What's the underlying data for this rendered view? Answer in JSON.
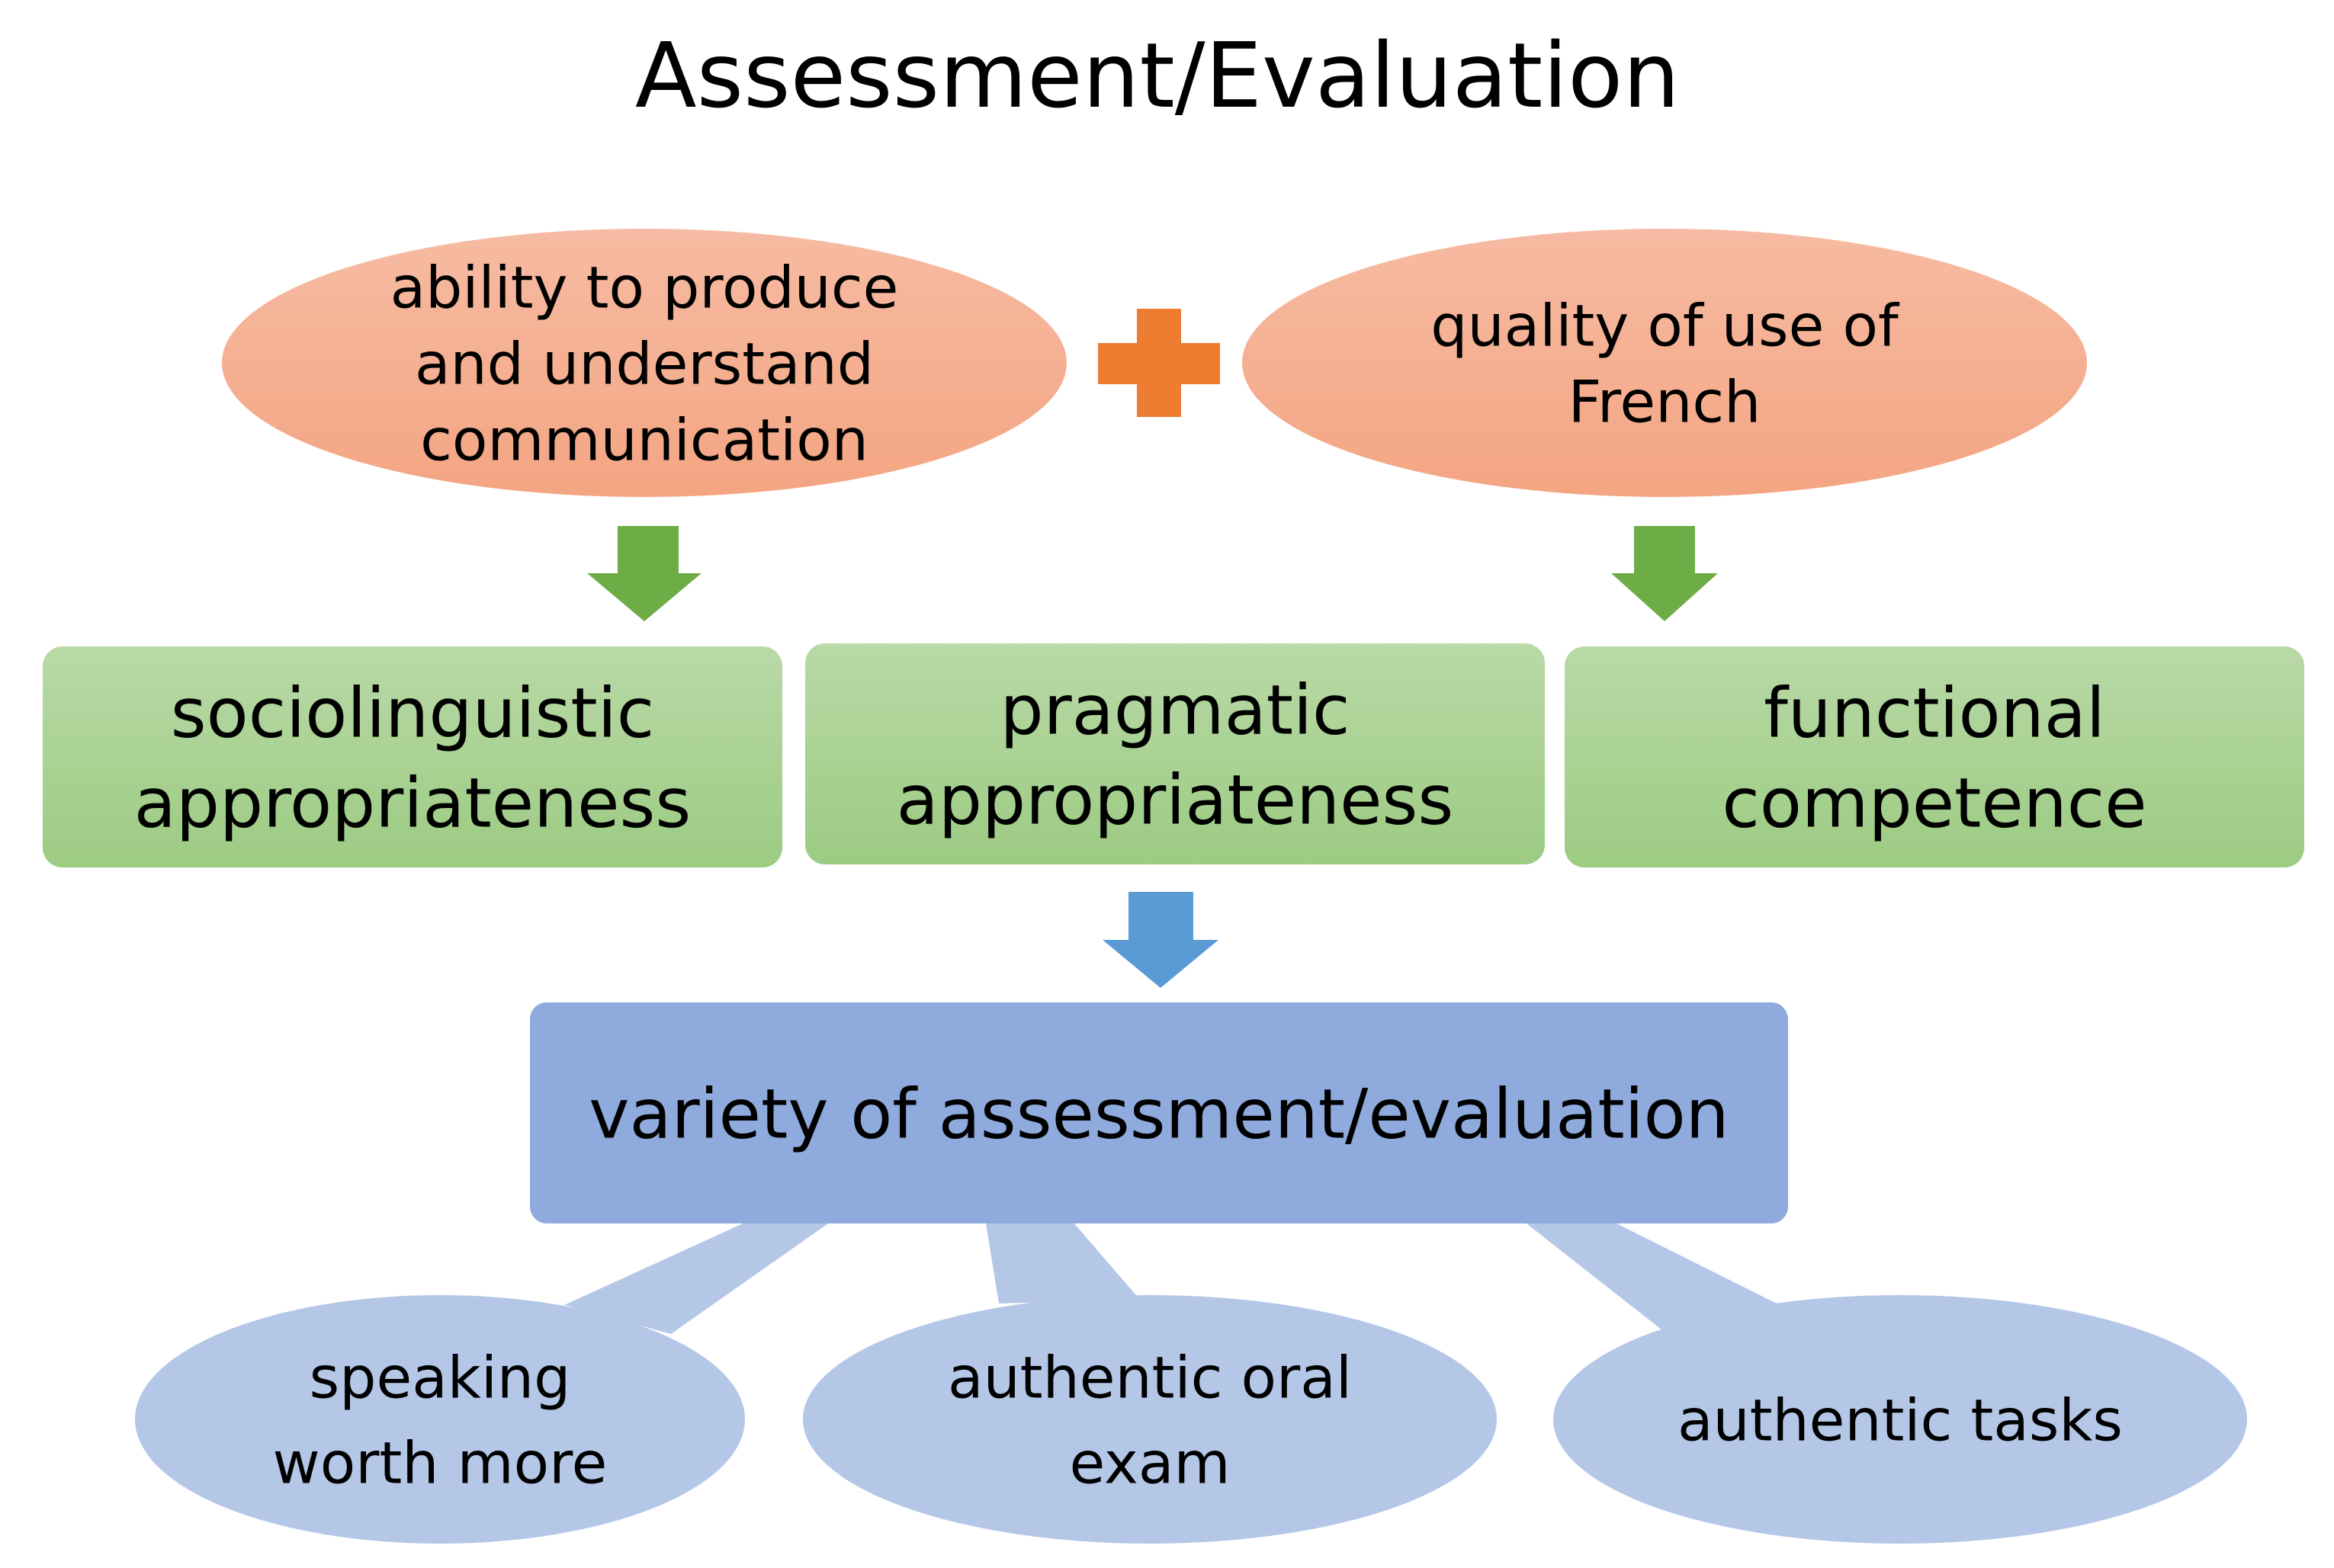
{
  "title": "Assessment/Evaluation",
  "inputs": [
    {
      "lines": [
        "ability to produce",
        "and understand",
        "communication"
      ]
    },
    {
      "lines": [
        "quality of use of",
        "French"
      ]
    }
  ],
  "competencies": [
    {
      "lines": [
        "sociolinguistic",
        "appropriateness"
      ]
    },
    {
      "lines": [
        "pragmatic",
        "appropriateness"
      ]
    },
    {
      "lines": [
        "functional",
        "competence"
      ]
    }
  ],
  "result": {
    "lines": [
      "variety of assessment/evaluation"
    ]
  },
  "methods": [
    {
      "lines": [
        "speaking",
        "worth more"
      ]
    },
    {
      "lines": [
        "authentic oral",
        "exam"
      ]
    },
    {
      "lines": [
        "authentic tasks"
      ]
    }
  ],
  "icons": {
    "plus": "plus-icon",
    "green_arrow": "down-arrow-icon",
    "blue_arrow": "down-arrow-icon"
  },
  "colors": {
    "ellipse_top": "#f6bba3",
    "ellipse_bottom": "#f4a582",
    "plus": "#ee7d31",
    "green_arrow": "#6eac46",
    "box_top": "#b9d9a7",
    "box_bottom": "#9ccb82",
    "blue_arrow": "#5b9bd5",
    "result_box": "#8faadc",
    "callout": "#b4c7e7"
  }
}
